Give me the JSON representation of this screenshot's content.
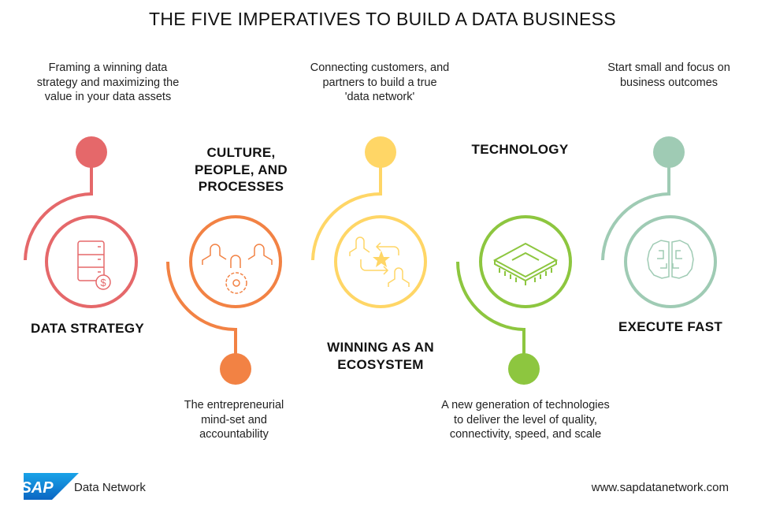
{
  "title": "THE FIVE IMPERATIVES TO BUILD A DATA BUSINESS",
  "imperatives": [
    {
      "heading": "DATA STRATEGY",
      "description": "Framing a winning data\nstrategy and maximizing the\nvalue in your data assets",
      "icon": "server-dollar-icon",
      "color": "#E5686A"
    },
    {
      "heading": "CULTURE,\nPEOPLE, AND\nPROCESSES",
      "description": "The entrepreneurial\nmind-set and\naccountability",
      "icon": "people-gear-icon",
      "color": "#F28244"
    },
    {
      "heading": "WINNING AS AN\nECOSYSTEM",
      "description": "Connecting customers, and\npartners to build a true\n'data network'",
      "icon": "people-exchange-star-icon",
      "color": "#FFD666"
    },
    {
      "heading": "TECHNOLOGY",
      "description": "A new generation of technologies\nto deliver the level of quality,\nconnectivity, speed, and scale",
      "icon": "chip-icon",
      "color": "#8DC63F"
    },
    {
      "heading": "EXECUTE FAST",
      "description": "Start small and focus on\nbusiness outcomes",
      "icon": "brain-circuit-icon",
      "color": "#9FCBB4"
    }
  ],
  "footer": {
    "logo_text": "SAP",
    "brand": "Data Network",
    "url": "www.sapdatanetwork.com",
    "logo_color": "#1B8BD9"
  }
}
